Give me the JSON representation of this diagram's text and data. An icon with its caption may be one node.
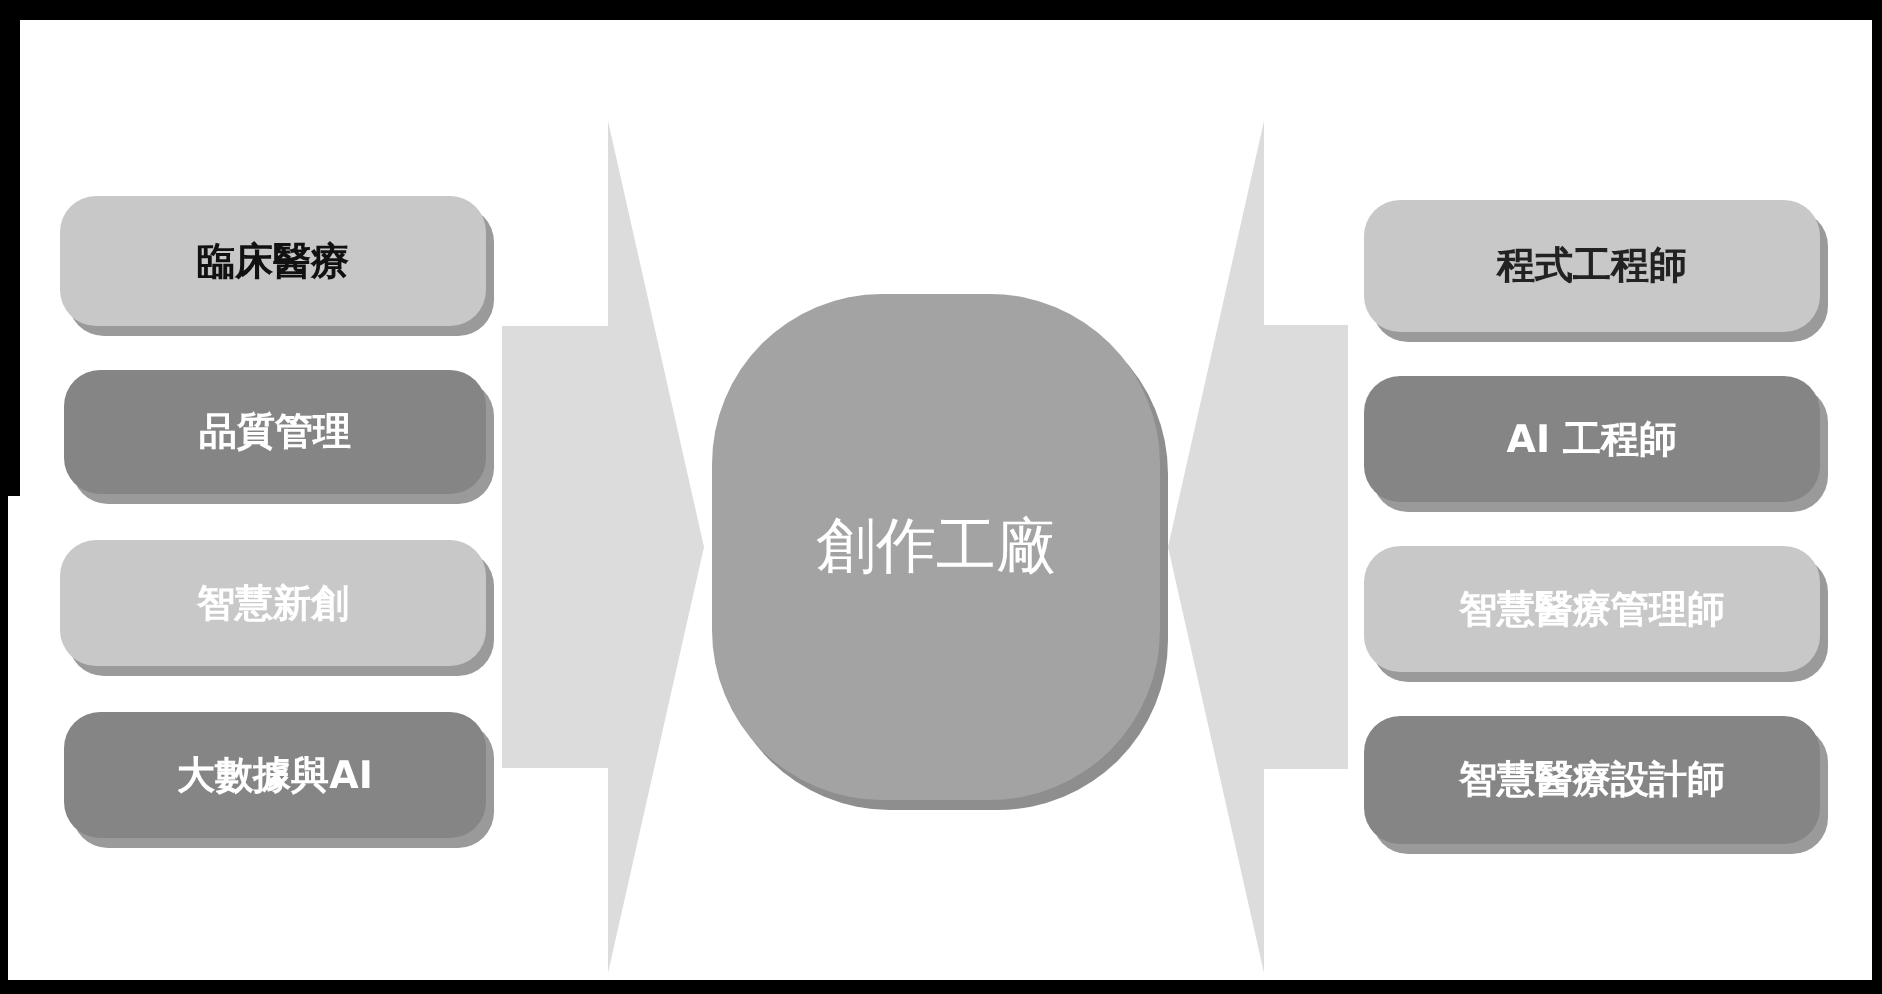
{
  "diagram": {
    "nodes": [
      {
        "text": [
          "臨床醫療"
        ]
      },
      {
        "text": [
          "品質管理"
        ]
      },
      {
        "text": [
          "智慧新創"
        ]
      },
      {
        "text": [
          "大數據與AI"
        ]
      },
      {
        "text": [
          "創作工廠"
        ]
      },
      {
        "text": [
          "程式工程師"
        ]
      },
      {
        "text": [
          "AI 工程師"
        ]
      },
      {
        "text": [
          "智慧醫療管理師"
        ]
      },
      {
        "text": [
          "智慧醫療設計師"
        ]
      }
    ],
    "edges": [
      {
        "from": 0,
        "to": 4,
        "arrow": "to"
      },
      {
        "from": 1,
        "to": 4,
        "arrow": "to"
      },
      {
        "from": 2,
        "to": 4,
        "arrow": "to"
      },
      {
        "from": 3,
        "to": 4,
        "arrow": "to"
      },
      {
        "from": 5,
        "to": 4,
        "arrow": "to"
      },
      {
        "from": 6,
        "to": 4,
        "arrow": "to"
      },
      {
        "from": 7,
        "to": 4,
        "arrow": "to"
      },
      {
        "from": 8,
        "to": 4,
        "arrow": "to"
      }
    ]
  }
}
